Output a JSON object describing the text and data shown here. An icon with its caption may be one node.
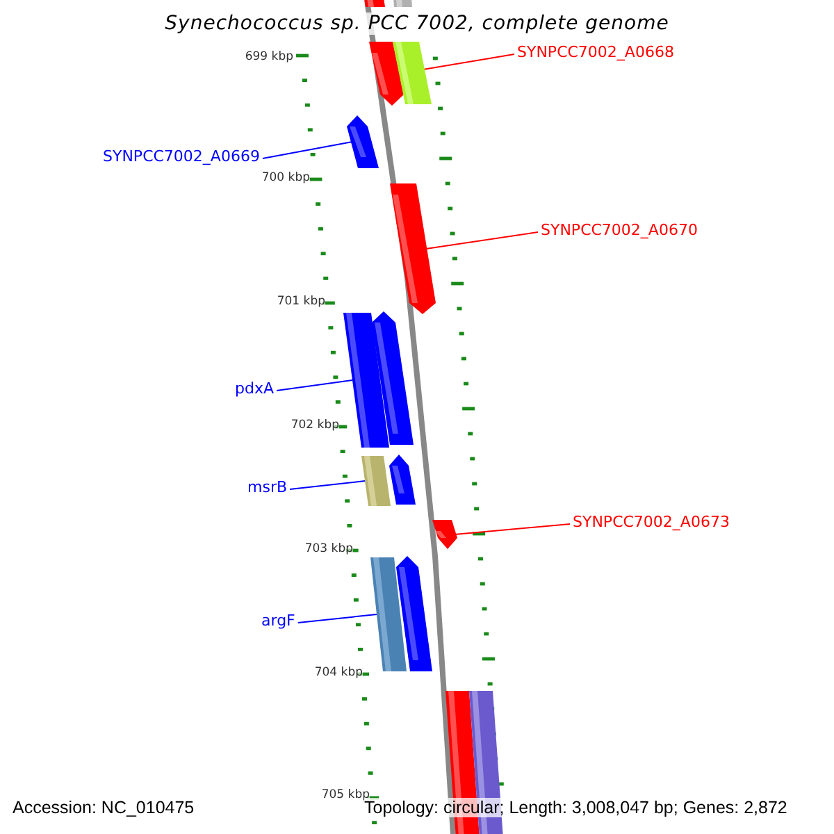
{
  "diagram": {
    "title": "Synechococcus sp. PCC 7002, complete genome",
    "nodes": [
      {
        "text": [],
        "shape": "bar"
      },
      {
        "text": [],
        "shape": "bar"
      },
      {
        "text": [],
        "shape": "arrow"
      },
      {
        "text": [],
        "shape": "bar"
      },
      {
        "text": [
          "SYNPCC7002_A0668"
        ]
      },
      {
        "text": [
          "SYNPCC7002_A0669"
        ]
      },
      {
        "text": [],
        "shape": "arrow"
      },
      {
        "text": [],
        "shape": "arrow"
      },
      {
        "text": [
          "SYNPCC7002_A0670"
        ]
      },
      {
        "text": [],
        "shape": "bar"
      },
      {
        "text": [],
        "shape": "arrow"
      },
      {
        "text": [
          "pdxA"
        ]
      },
      {
        "text": [],
        "shape": "bar"
      },
      {
        "text": [],
        "shape": "arrow"
      },
      {
        "text": [
          "msrB"
        ]
      },
      {
        "text": [],
        "shape": "arrow"
      },
      {
        "text": [
          "SYNPCC7002_A0673"
        ]
      },
      {
        "text": [],
        "shape": "bar"
      },
      {
        "text": [],
        "shape": "arrow"
      },
      {
        "text": [
          "argF"
        ]
      },
      {
        "text": [],
        "shape": "bar"
      },
      {
        "text": [],
        "shape": "bar"
      }
    ],
    "edges": [
      {
        "from": 4,
        "to": 2,
        "arrow": "none",
        "color": "#ff0000"
      },
      {
        "from": 5,
        "to": 6,
        "arrow": "none"
      },
      {
        "from": 8,
        "to": 7,
        "arrow": "none",
        "color": "#ff0000"
      },
      {
        "from": 11,
        "to": 9,
        "arrow": "none"
      },
      {
        "from": 14,
        "to": 12,
        "arrow": "none"
      },
      {
        "from": 16,
        "to": 15,
        "arrow": "none",
        "color": "#ff0000"
      },
      {
        "from": 19,
        "to": 17,
        "arrow": "none"
      }
    ],
    "labels": [
      "699 kbp",
      "700 kbp",
      "701 kbp",
      "702 kbp",
      "703 kbp",
      "704 kbp",
      "705 kbp",
      "Accession: NC_010475",
      "Topology: circular; Length: 3,008,047 bp; Genes: 2,872"
    ]
  }
}
